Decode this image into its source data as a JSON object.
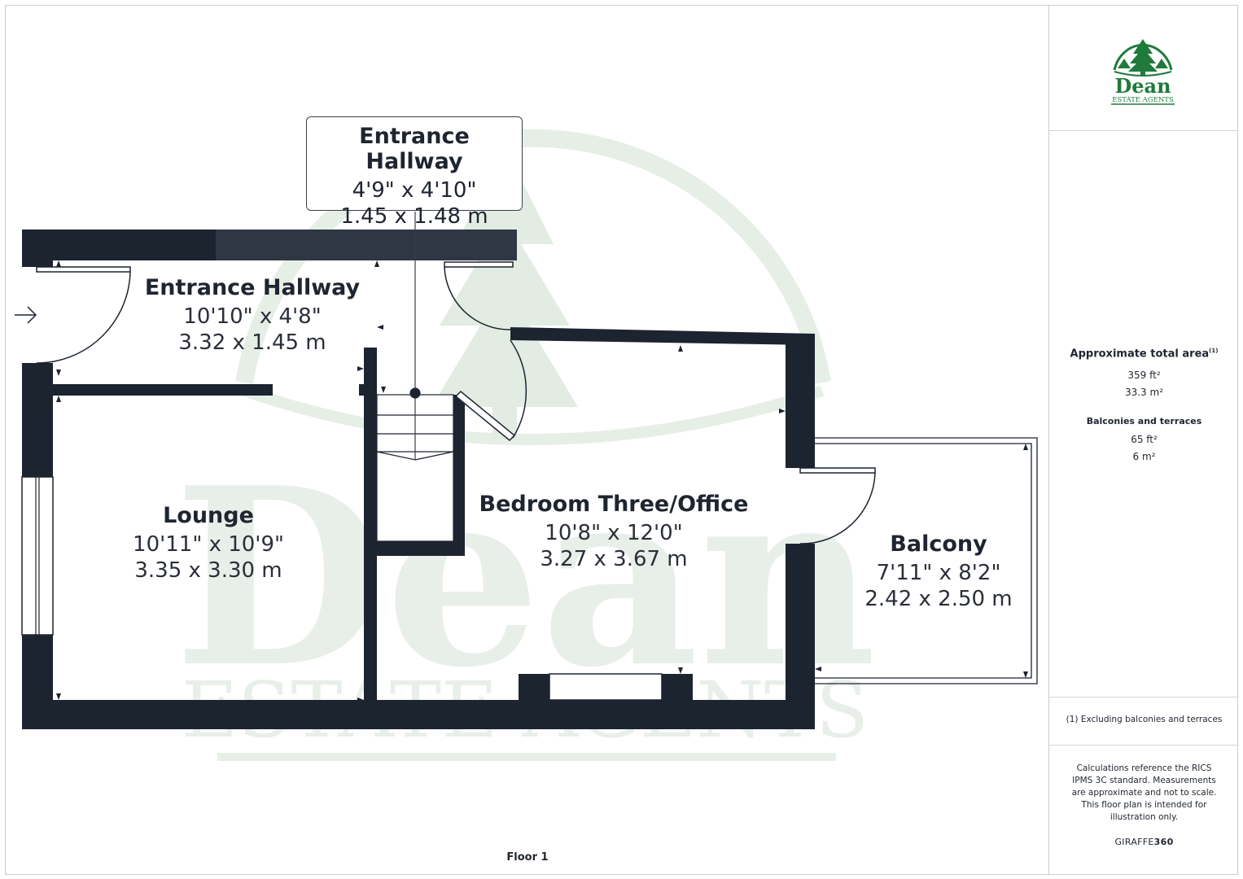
{
  "rooms": {
    "entrance_callout": {
      "name": "Entrance Hallway",
      "imperial": "4'9\" x 4'10\"",
      "metric": "1.45 x 1.48 m"
    },
    "entrance": {
      "name": "Entrance Hallway",
      "imperial": "10'10\" x 4'8\"",
      "metric": "3.32 x 1.45 m"
    },
    "lounge": {
      "name": "Lounge",
      "imperial": "10'11\" x 10'9\"",
      "metric": "3.35 x 3.30 m"
    },
    "bedroom": {
      "name": "Bedroom Three/Office",
      "imperial": "10'8\" x 12'0\"",
      "metric": "3.27 x 3.67 m"
    },
    "balcony": {
      "name": "Balcony",
      "imperial": "7'11\" x 8'2\"",
      "metric": "2.42 x 2.50 m"
    }
  },
  "floor_label": "Floor 1",
  "watermark": {
    "brand": "Dean",
    "tagline": "ESTATE AGENTS"
  },
  "sidebar": {
    "logo_brand": "Dean",
    "logo_tagline": "ESTATE AGENTS",
    "area_title": "Approximate total area",
    "area_sup": "(1)",
    "area_sqft": "359 ft²",
    "area_sqm": "33.3 m²",
    "balcony_title": "Balconies and terraces",
    "balcony_sqft": "65 ft²",
    "balcony_sqm": "6 m²",
    "footnote": "(1) Excluding balconies and terraces",
    "disclaimer": "Calculations reference the RICS IPMS 3C standard. Measurements are approximate and not to scale. This floor plan is intended for illustration only.",
    "credit_prefix": "GIRAFFE",
    "credit_suffix": "360"
  },
  "colors": {
    "wall": "#1c2430",
    "wall_light": "#2f3744",
    "watermark": "#e6efe6",
    "logo_green": "#1f7a3b",
    "text": "#1f2530"
  },
  "icons": [
    "entry-arrow-icon",
    "door-swing-icon",
    "window-icon",
    "stairs-icon",
    "tree-logo-icon"
  ]
}
